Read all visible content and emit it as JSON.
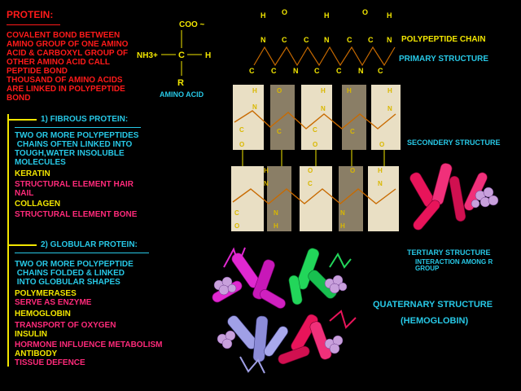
{
  "left": {
    "title": "PROTEIN:",
    "intro": [
      "COVALENT BOND BETWEEN",
      "AMINO GROUP OF ONE AMINO",
      "ACID  & CARBOXYL GROUP OF",
      "OTHER AMINO ACID CALL",
      "PEPTIDE BOND",
      "THOUSAND OF AMINO ACIDS",
      "ARE LINKED IN POLYPEPTIDE",
      "BOND"
    ],
    "fibrous": {
      "heading": "1) FIBROUS PROTEIN:",
      "desc": [
        "TWO OR MORE POLYPEPTIDES",
        " CHAINS OFTEN LINKED INTO",
        "TOUGH,WATER INSOLUBLE",
        "MOLECULES"
      ],
      "examples": [
        {
          "name": "KERATIN",
          "role": [
            "STRUCTURAL ELEMENT HAIR",
            "NAIL"
          ]
        },
        {
          "name": "COLLAGEN",
          "role": [
            "STRUCTURAL ELEMENT BONE"
          ]
        }
      ]
    },
    "globular": {
      "heading": "2) GLOBULAR PROTEIN:",
      "desc": [
        "TWO OR MORE POLYPEPTIDE",
        " CHAINS FOLDED & LINKED",
        " INTO GLOBULAR SHAPES"
      ],
      "examples": [
        {
          "name": "POLYMERASES",
          "role": "SERVE AS ENZYME"
        },
        {
          "name": "HEMOGLOBIN",
          "role": "TRANSPORT OF OXYGEN"
        },
        {
          "name": "INSULIN",
          "role": "HORMONE INFLUENCE METABOLISM"
        },
        {
          "name": "ANTIBODY",
          "role": "TISSUE DEFENCE"
        }
      ]
    }
  },
  "amino_acid": {
    "caption": "AMINO ACID",
    "carboxyl": "COO ~",
    "amino": "NH3+",
    "alpha_carbon": "C",
    "hydrogen": "H",
    "side_chain": "R"
  },
  "atoms": {
    "H": "H",
    "O": "O",
    "N": "N",
    "C": "C"
  },
  "right": {
    "polypeptide_chain": "POLYPEPTIDE CHAIN",
    "primary_structure": "PRIMARY STRUCTURE",
    "secondary_structure": "SECONDERY STRUCTURE",
    "tertiary_structure": "TERTIARY  STRUCTURE",
    "tertiary_note": [
      "INTERACTION AMONG R",
      "GROUP"
    ],
    "quaternary_structure": "QUATERNARY STRUCTURE",
    "quaternary_example": "(HEMOGLOBIN)"
  },
  "colors": {
    "background": "#000000",
    "red_text": "#ff1a1a",
    "yellow_text": "#f2e600",
    "cyan_text": "#27c8e6",
    "magenta_text": "#ff2a7a",
    "bond_orange": "#c86a00",
    "sheet_light": "#e9dfc4",
    "sheet_dark": "#8a7e66"
  }
}
